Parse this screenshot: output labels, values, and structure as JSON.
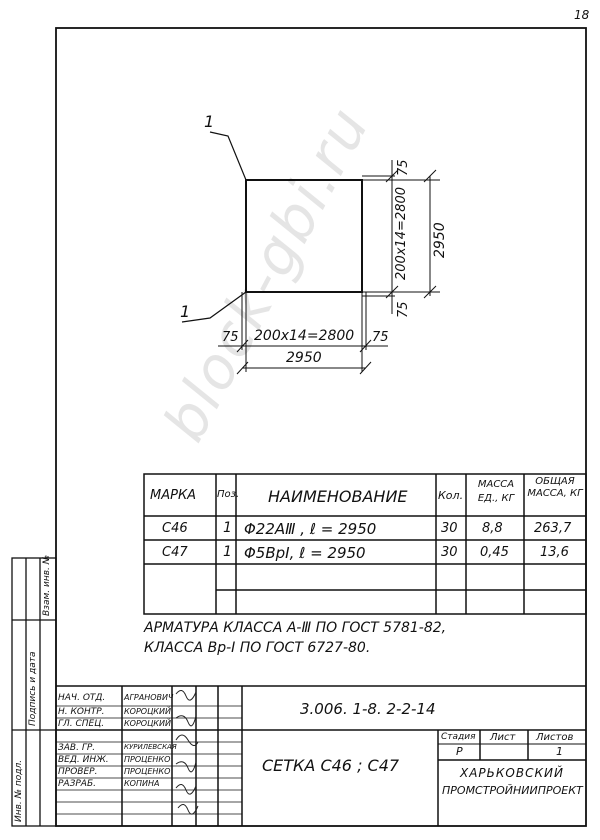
{
  "page_number": "18",
  "drawing": {
    "callout_top": "1",
    "callout_bottom": "1",
    "dim_right_top": "75",
    "dim_right_mid": "200x14=2800",
    "dim_right_total": "2950",
    "dim_right_bottom": "75",
    "dim_bottom_left": "75",
    "dim_bottom_mid": "200x14=2800",
    "dim_bottom_right": "75",
    "dim_bottom_total": "2950"
  },
  "spec_table": {
    "headers": {
      "mark": "МАРКА",
      "pos": "Поз.",
      "name": "НАИМЕНОВАНИЕ",
      "qty": "Кол.",
      "mass_unit": "МАССА ЕД., КГ",
      "mass_total": "ОБЩАЯ МАССА, КГ"
    },
    "rows": [
      {
        "mark": "С46",
        "pos": "1",
        "name": "Φ22АⅢ ,  ℓ = 2950",
        "qty": "30",
        "mass_unit": "8,8",
        "mass_total": "263,7"
      },
      {
        "mark": "С47",
        "pos": "1",
        "name": "Φ5ВрⅠ,  ℓ = 2950",
        "qty": "30",
        "mass_unit": "0,45",
        "mass_total": "13,6"
      }
    ]
  },
  "notes": {
    "line1": "АРМАТУРА  КЛАССА  А-Ⅲ  ПО  ГОСТ 5781-82,",
    "line2": "КЛАССА  Вр-Ⅰ  ПО  ГОСТ 6727-80."
  },
  "side_stamp": {
    "col1": "Инв. № подл.",
    "col2": "Подпись и дата",
    "col3": "Взам. инв. №"
  },
  "title_block": {
    "roles": [
      "НАЧ. ОТД.",
      "Н. КОНТР.",
      "ГЛ. СПЕЦ.",
      "ЗАВ. ГР.",
      "ВЕД. ИНЖ.",
      "ПРОВЕР.",
      "РАЗРАБ."
    ],
    "names": [
      "АГРАНОВИЧ",
      "КОРОЦКИЙ",
      "КОРОЦКИЙ",
      "КУРИЛЕВСКАЯ",
      "ПРОЦЕНКО",
      "ПРОЦЕНКО",
      "КОПИНА"
    ],
    "designation": "3.006. 1-8. 2-2-14",
    "title": "СЕТКА С46 ; С47",
    "stage_label": "Стадия",
    "stage_value": "Р",
    "sheet_label": "Лист",
    "sheets_label": "Листов",
    "sheets_value": "1",
    "org_line1": "ХАРЬКОВСКИЙ",
    "org_line2": "ПРОМСТРОЙНИИПРОЕКТ"
  },
  "watermark": "block-gbi.ru"
}
